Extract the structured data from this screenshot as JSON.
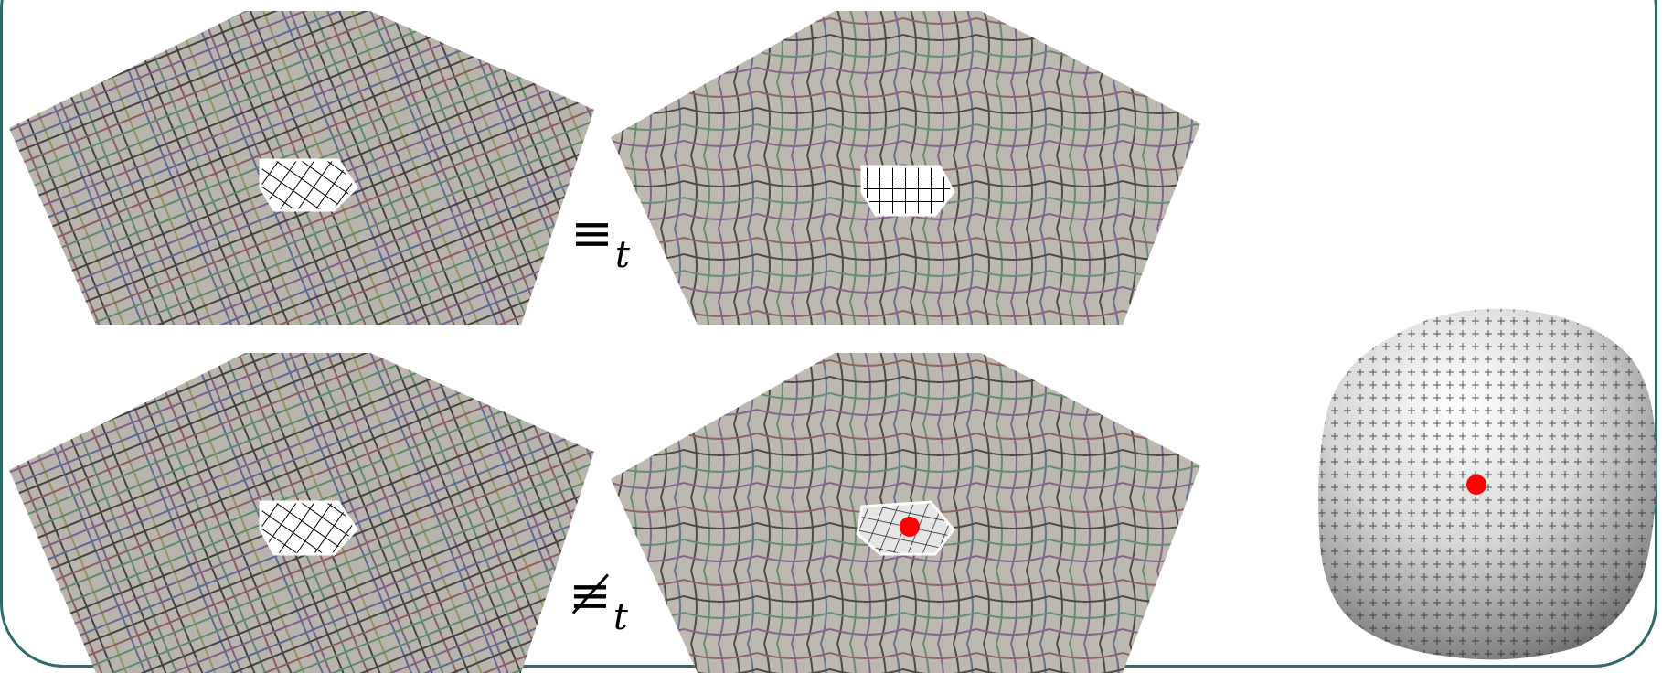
{
  "relations": {
    "equivalent": {
      "symbol": "≡",
      "subscript": "t"
    },
    "not_equivalent": {
      "symbol": "≢",
      "subscript": "t"
    }
  },
  "panels": [
    {
      "id": "top-left",
      "texture": "straight-grid",
      "hole_pattern": "diagonal-crosshatch"
    },
    {
      "id": "top-right",
      "texture": "curved-grid",
      "hole_pattern": "orthogonal-grid"
    },
    {
      "id": "bottom-left",
      "texture": "straight-grid",
      "hole_pattern": "diagonal-crosshatch"
    },
    {
      "id": "bottom-right",
      "texture": "curved-grid",
      "hole_pattern": "distorted-grid-with-marker"
    }
  ],
  "cube": {
    "shape": "rounded-cube-mesh",
    "marker": "red-dot"
  },
  "colors": {
    "frame": "#2f6b6b",
    "marker": "#ff0000",
    "texture_lines": [
      "#1b1b1b",
      "#6b3f7a",
      "#3f7a52",
      "#7a3f3f",
      "#3f4f8a",
      "#8a8a3f"
    ]
  }
}
